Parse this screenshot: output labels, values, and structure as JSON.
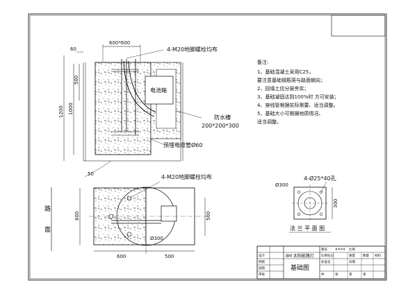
{
  "notes": {
    "title": "备注:",
    "lines": [
      "1、基础混凝土采用C25，",
      "要注意基础钢筋笼与路面朝向；",
      "2、回填土应分层夯实；",
      "3、基础凝固达到100%时 方可安装；",
      "4、穿线管根据实际需要、适当调整。",
      "5、基础大小可根据地质情况、",
      "适当调整。"
    ]
  },
  "elevation": {
    "dim_top_width": "600*600",
    "dim_left_small": "60",
    "dim_500": "500",
    "dim_1000": "1000",
    "dim_1200": "1200",
    "dim_50": "50",
    "label_bolts": "4-M20地脚螺栓均布",
    "label_battery_box": "电池箱",
    "label_waterproof": "防水槽",
    "label_waterproof_size": "200*200*300",
    "label_conduit": "预埋电缆管Ø60"
  },
  "plan": {
    "label_bolts": "4-M20地脚螺栓均布",
    "road_char1": "路",
    "road_char2": "面",
    "dim_600_side": "600",
    "dim_600_bottom": "600",
    "dim_500_bottom": "500",
    "dim_500_side": "500",
    "dim_dia300": "Ø300"
  },
  "flange": {
    "holes_label": "4-Ø25*40孔",
    "dia300": "Ø300",
    "dim_300": "300",
    "caption": "法 兰 平 面 图"
  },
  "title_block": {
    "product": "8M 太阳能路灯",
    "drawing_name": "基础图",
    "small": [
      "图号",
      "####",
      "比例",
      "数量",
      "材料",
      "比例标记",
      "重量",
      "设计",
      "制图",
      "描图",
      "审核",
      "标准化",
      "日期",
      "共",
      "张",
      "第",
      "张"
    ]
  }
}
